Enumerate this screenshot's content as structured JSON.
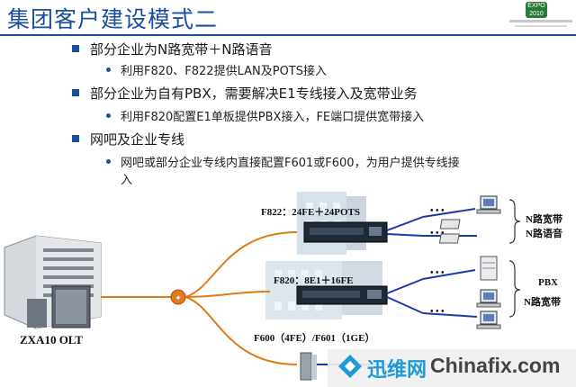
{
  "slide": {
    "title": "集团客户建设模式二"
  },
  "bullets": [
    {
      "text": "部分企业为N路宽带＋N路语音",
      "sub": [
        "利用F820、F822提供LAN及POTS接入"
      ]
    },
    {
      "text": "部分企业为自有PBX，需要解决E1专线接入及宽带业务",
      "sub": [
        "利用F820配置E1单板提供PBX接入，FE端口提供宽带接入"
      ]
    },
    {
      "text": "网吧及企业专线",
      "sub": [
        "网吧或部分企业专线内直接配置F601或F600，为用户提供专线接",
        "入"
      ]
    }
  ],
  "diagram": {
    "olt_label": "ZXA10 OLT",
    "f822_label": "F822：24FE＋24POTS",
    "f820_label": "F820：8E1＋16FE",
    "f600_label": "F600（4FE）/F601（1GE）",
    "ellipsis": "• • •",
    "group1": [
      "N路宽带",
      "N路语音"
    ],
    "group2": [
      "PBX",
      "N路宽带"
    ],
    "colors": {
      "orange_fiber": "#e07a1a",
      "blue_cable": "#1a3aa8",
      "title_blue": "#1b4f9c"
    }
  },
  "logo": {
    "badge": "EXPO 2010"
  },
  "watermark": {
    "cn": "迅维网",
    "en": "Chinafix.com"
  }
}
